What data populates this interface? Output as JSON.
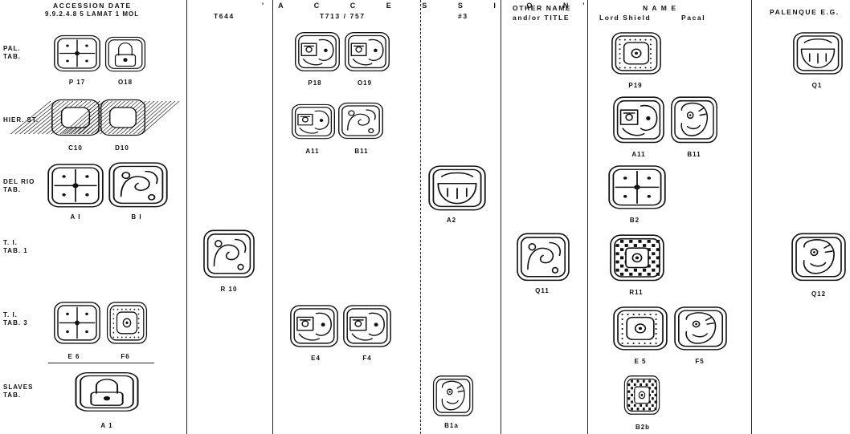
{
  "headers": {
    "accession_date": "ACCESSION   DATE",
    "accession_date_sub": "9.9.2.4.8  5 LAMAT 1 MOL",
    "t644": "T644",
    "accession_span": "'A C C E S S I O N'",
    "t713": "T713 / 757",
    "num3": "#3",
    "other_name": "OTHER NAME",
    "and_title": "and/or TITLE",
    "name": "N A M E",
    "lord_shield": "Lord Shield",
    "pacal": "Pacal",
    "palenque": "PALENQUE E.G."
  },
  "rows": [
    {
      "label": "PAL.\nTAB."
    },
    {
      "label": "HIER. ST."
    },
    {
      "label": "DEL RIO\nTAB."
    },
    {
      "label": "T. I.\nTAB. 1"
    },
    {
      "label": "T. I.\nTAB. 3"
    },
    {
      "label": "SLAVES\nTAB."
    }
  ],
  "glyph_labels": {
    "p17": "P 17",
    "o18": "O18",
    "c10": "C10",
    "d10": "D10",
    "a1_delrio": "A I",
    "b1_delrio": "B I",
    "e6": "E 6",
    "f6": "F6",
    "a1_slaves": "A 1",
    "r10": "R 10",
    "p18": "P18",
    "o19": "O19",
    "a11": "A11",
    "b11": "B11",
    "e4": "E4",
    "f4": "F4",
    "a2": "A2",
    "b1a": "B1a",
    "q11": "Q11",
    "p19": "P19",
    "a11_name": "A11",
    "b11_name": "B11",
    "b2": "B2",
    "r11": "R11",
    "e5": "E 5",
    "f5": "F5",
    "b2b": "B2b",
    "q1": "Q1",
    "q12": "Q12"
  },
  "colors": {
    "ink": "#111111",
    "paper": "#ffffff"
  }
}
